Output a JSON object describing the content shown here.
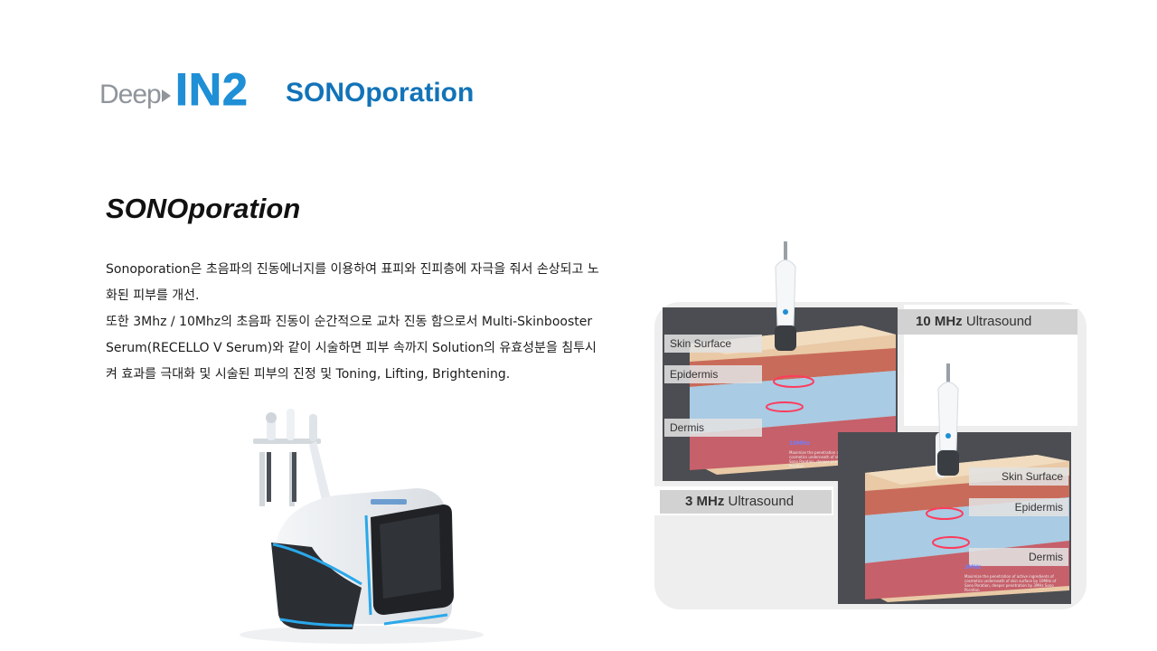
{
  "header": {
    "logo_deep": "Deep",
    "logo_in2": "IN2",
    "title": "SONOporation"
  },
  "section": {
    "title": "SONOporation",
    "paragraph_lines": [
      "Sonoporation은 초음파의 진동에너지를 이용하여 표피와 진피층에 자극을 줘서 손상되고 노",
      "화된 피부를 개선.",
      "또한 3Mhz / 10Mhz의 초음파 진동이 순간적으로 교차 진동 함으로서 Multi-Skinbooster",
      "Serum(RECELLO V Serum)와 같이 시술하면 피부 속까지 Solution의 유효성분을 침투시",
      "켜 효과를 극대화 및 시술된 피부의 진정 및 Toning, Lifting, Brightening."
    ]
  },
  "diagram_top": {
    "frequency_bold": "10 MHz",
    "frequency_rest": " Ultrasound",
    "layers": [
      "Skin Surface",
      "Epidermis",
      "Dermis"
    ],
    "caption_title": "10MHz",
    "caption_text": "Maximize the penetration of active ingredients of cosmetics underneath of skin surface by 10MHz of Sono Poration, deeper penetration by 3MHz Sono Poration"
  },
  "diagram_bottom": {
    "frequency_bold": "3 MHz",
    "frequency_rest": " Ultrasound",
    "layers": [
      "Skin Surface",
      "Epidermis",
      "Dermis"
    ],
    "caption_title": "3MHz",
    "caption_text": "Maximize the penetration of active ingredients of cosmetics underneath of skin surface by 10MHz of Sono Poration, deeper penetration by 3MHz Sono Poration"
  },
  "colors": {
    "brand_blue": "#1f8fd6",
    "title_blue": "#1273b8",
    "logo_gray": "#8f959b",
    "device_glow": "#2aa8ea"
  }
}
